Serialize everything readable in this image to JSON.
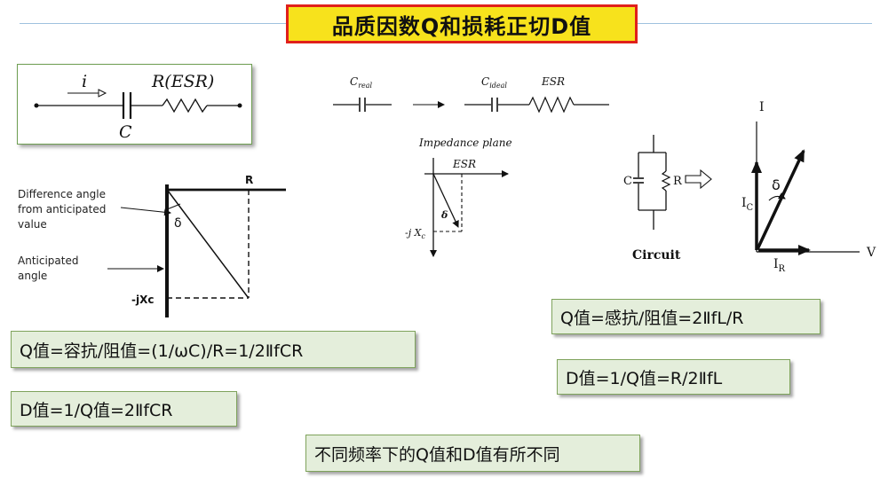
{
  "title": "品质因数Q和损耗正切D值",
  "colors": {
    "title_bg": "#f7e21c",
    "title_border": "#e0201b",
    "header_line": "#9fc1df",
    "formula_bg": "#e4eedb",
    "formula_border": "#7fa35c"
  },
  "esr_circuit": {
    "current_label": "i",
    "esr_label": "R(ESR)",
    "cap_label": "C"
  },
  "equivalent_circuit": {
    "c_real_base": "C",
    "c_real_sub": "real",
    "c_ideal_base": "C",
    "c_ideal_sub": "ideal",
    "esr_label": "ESR"
  },
  "impedance_plane": {
    "title": "Impedance plane",
    "esr_label": "ESR",
    "delta_label": "δ",
    "jxc_base": "-j X",
    "jxc_sub": "c"
  },
  "phasor_left": {
    "r_label": "R",
    "jxc_label": "-jXc",
    "delta_label": "δ",
    "difference_angle_label": [
      "Difference angle",
      "from anticipated",
      "value"
    ],
    "anticipated_angle_label": [
      "Anticipated",
      "angle"
    ]
  },
  "parallel_circuit": {
    "c_label": "C",
    "r_label": "R",
    "caption": "Circuit"
  },
  "phasor_right": {
    "i_label": "I",
    "v_label": "V",
    "delta_label": "δ",
    "ic_base": "I",
    "ic_sub": "C",
    "ir_base": "I",
    "ir_sub": "R"
  },
  "formulas": {
    "q_capacitive": "Q值=容抗/阻值=(1/ωC)/R=1/2ⅡfCR",
    "d_capacitive": "D值=1/Q值=2ⅡfCR",
    "q_inductive": "Q值=感抗/阻值=2ⅡfL/R",
    "d_inductive": "D值=1/Q值=R/2ⅡfL",
    "note": "不同频率下的Q值和D值有所不同"
  }
}
